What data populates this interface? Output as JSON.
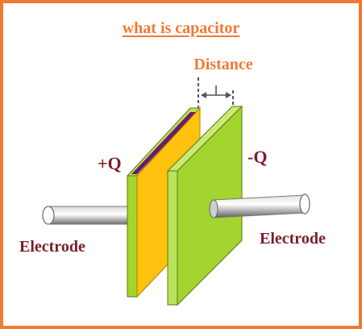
{
  "title": "what is capacitor",
  "labels": {
    "distance": "Distance",
    "positive_charge": "+Q",
    "negative_charge": "-Q",
    "electrode_left": "Electrode",
    "electrode_right": "Electrode"
  },
  "colors": {
    "border": "#ef7a33",
    "title": "#ef7a33",
    "distance_label": "#ef7a33",
    "charge_labels": "#7a1f2b",
    "electrode_labels": "#7a1f2b",
    "left_plate_face": "#ffc20e",
    "left_plate_top_edge": "#6a1b6e",
    "plate_green": "#a2d62e",
    "plate_edge_green": "#b9e35a",
    "wire_gray": "#9a9a9a"
  }
}
